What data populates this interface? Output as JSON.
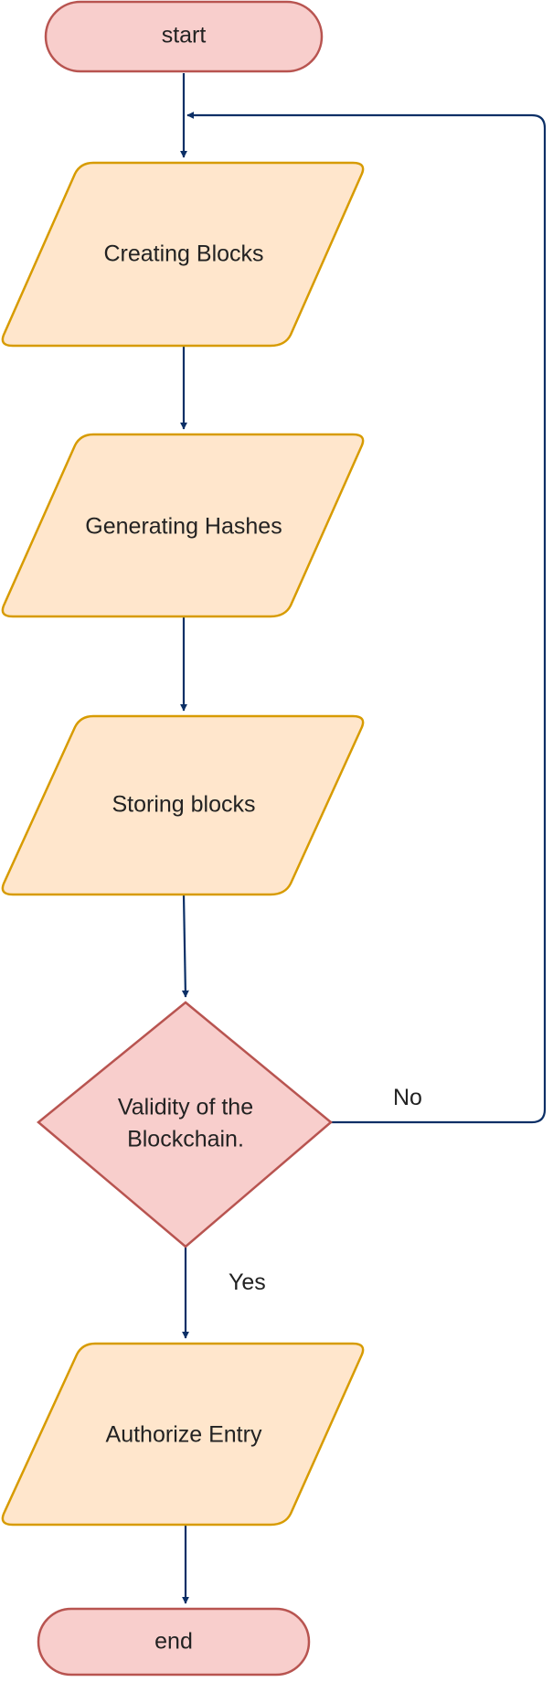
{
  "diagram": {
    "nodes": {
      "start": {
        "label": "start",
        "shape": "terminator",
        "fill": "#f8cecc",
        "stroke": "#b85450"
      },
      "create": {
        "label": "Creating Blocks",
        "shape": "data",
        "fill": "#ffe6cc",
        "stroke": "#d79b00"
      },
      "hash": {
        "label": "Generating Hashes",
        "shape": "data",
        "fill": "#ffe6cc",
        "stroke": "#d79b00"
      },
      "store": {
        "label": "Storing blocks",
        "shape": "data",
        "fill": "#ffe6cc",
        "stroke": "#d79b00"
      },
      "decision": {
        "label_lines": [
          "Validity of the",
          "Blockchain."
        ],
        "shape": "decision",
        "fill": "#f8cecc",
        "stroke": "#b85450"
      },
      "authorize": {
        "label": "Authorize Entry",
        "shape": "data",
        "fill": "#ffe6cc",
        "stroke": "#d79b00"
      },
      "end": {
        "label": "end",
        "shape": "terminator",
        "fill": "#f8cecc",
        "stroke": "#b85450"
      }
    },
    "edges": [
      {
        "from": "start",
        "to": "create"
      },
      {
        "from": "create",
        "to": "hash"
      },
      {
        "from": "hash",
        "to": "store"
      },
      {
        "from": "store",
        "to": "decision"
      },
      {
        "from": "decision",
        "to": "authorize",
        "label": "Yes"
      },
      {
        "from": "decision",
        "to": "create",
        "label": "No"
      },
      {
        "from": "authorize",
        "to": "end"
      }
    ],
    "arrow_color": "#0b2f66"
  }
}
